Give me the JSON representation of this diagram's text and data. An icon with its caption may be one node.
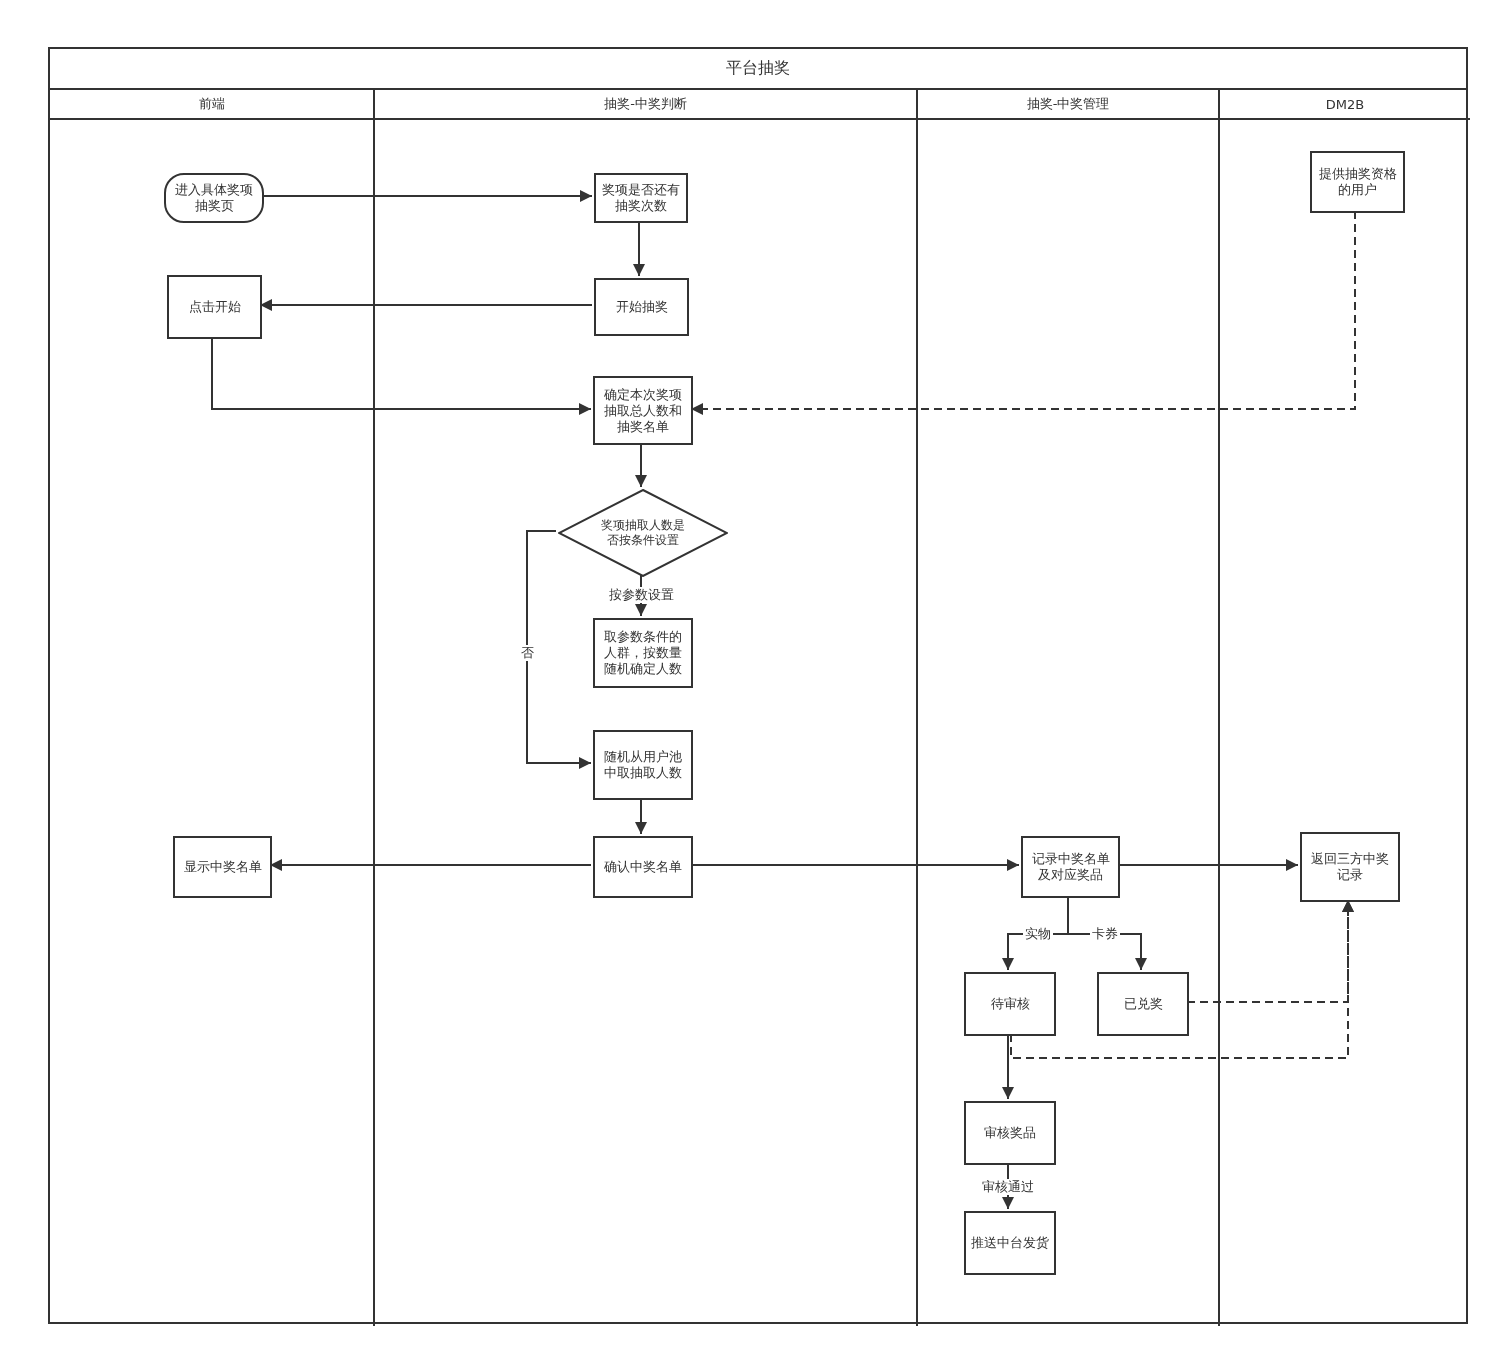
{
  "diagram": {
    "nodes": [
      {
        "text": [
          "平台抽奖"
        ]
      },
      {
        "text": [
          "前端"
        ],
        "in": 0
      },
      {
        "text": [
          "抽奖-中奖判断"
        ],
        "in": 0
      },
      {
        "text": [
          "抽奖-中奖管理"
        ],
        "in": 0
      },
      {
        "text": [
          "DM2B"
        ],
        "in": 0
      },
      {
        "text": [
          "进入具体奖项抽奖页"
        ],
        "in": 1
      },
      {
        "text": [
          "奖项是否还有抽奖次数"
        ],
        "in": 2
      },
      {
        "text": [
          "提供抽奖资格的用户"
        ],
        "in": 4
      },
      {
        "text": [
          "点击开始"
        ],
        "in": 1
      },
      {
        "text": [
          "开始抽奖"
        ],
        "in": 2
      },
      {
        "text": [
          "确定本次奖项抽取总人数和抽奖名单"
        ],
        "in": 2
      },
      {
        "text": [
          "奖项抽取人数是否按条件设置"
        ],
        "in": 2
      },
      {
        "text": [
          "取参数条件的人群，按数量随机确定人数"
        ],
        "in": 2
      },
      {
        "text": [
          "随机从用户池中取抽取人数"
        ],
        "in": 2
      },
      {
        "text": [
          "显示中奖名单"
        ],
        "in": 1
      },
      {
        "text": [
          "确认中奖名单"
        ],
        "in": 2
      },
      {
        "text": [
          "记录中奖名单及对应奖品"
        ],
        "in": 3
      },
      {
        "text": [
          "返回三方中奖记录"
        ],
        "in": 4
      },
      {
        "text": [
          "待审核"
        ],
        "in": 3
      },
      {
        "text": [
          "已兑奖"
        ],
        "in": 3
      },
      {
        "text": [
          "审核奖品"
        ],
        "in": 3
      },
      {
        "text": [
          "推送中台发货"
        ],
        "in": 3
      }
    ],
    "edges": [
      {
        "from": 5,
        "to": 6,
        "arrow": "to"
      },
      {
        "from": 6,
        "to": 9,
        "arrow": "to"
      },
      {
        "from": 9,
        "to": 8,
        "arrow": "to"
      },
      {
        "from": 8,
        "to": 10,
        "arrow": "to"
      },
      {
        "from": 7,
        "to": 10,
        "arrow": "to",
        "style": "dashed"
      },
      {
        "from": 10,
        "to": 11,
        "arrow": "to"
      },
      {
        "from": 11,
        "to": 12,
        "arrow": "to",
        "label": "按参数设置"
      },
      {
        "from": 11,
        "to": 13,
        "arrow": "to",
        "label": "否"
      },
      {
        "from": 13,
        "to": 15,
        "arrow": "to"
      },
      {
        "from": 15,
        "to": 14,
        "arrow": "to"
      },
      {
        "from": 15,
        "to": 16,
        "arrow": "to"
      },
      {
        "from": 16,
        "to": 17,
        "arrow": "to"
      },
      {
        "from": 16,
        "to": 18,
        "arrow": "to",
        "label": "实物"
      },
      {
        "from": 16,
        "to": 19,
        "arrow": "to",
        "label": "卡券"
      },
      {
        "from": 19,
        "to": 17,
        "arrow": "to",
        "style": "dashed"
      },
      {
        "from": 18,
        "to": 20,
        "arrow": "to"
      },
      {
        "from": 18,
        "to": 17,
        "arrow": "to",
        "style": "dashed"
      },
      {
        "from": 20,
        "to": 21,
        "arrow": "to",
        "label": "审核通过"
      }
    ]
  }
}
